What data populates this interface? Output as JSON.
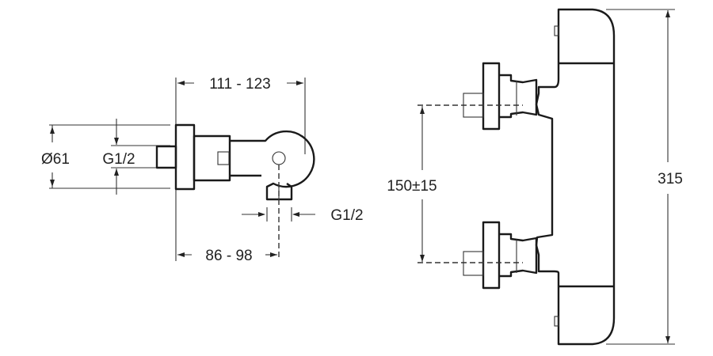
{
  "drawing": {
    "side_view": {
      "width_range": "111 - 123",
      "diameter": "Ø61",
      "inlet_thread": "G1/2",
      "outlet_thread": "G1/2",
      "depth_range": "86 - 98"
    },
    "front_view": {
      "center_distance": "150±15",
      "height": "315"
    }
  }
}
